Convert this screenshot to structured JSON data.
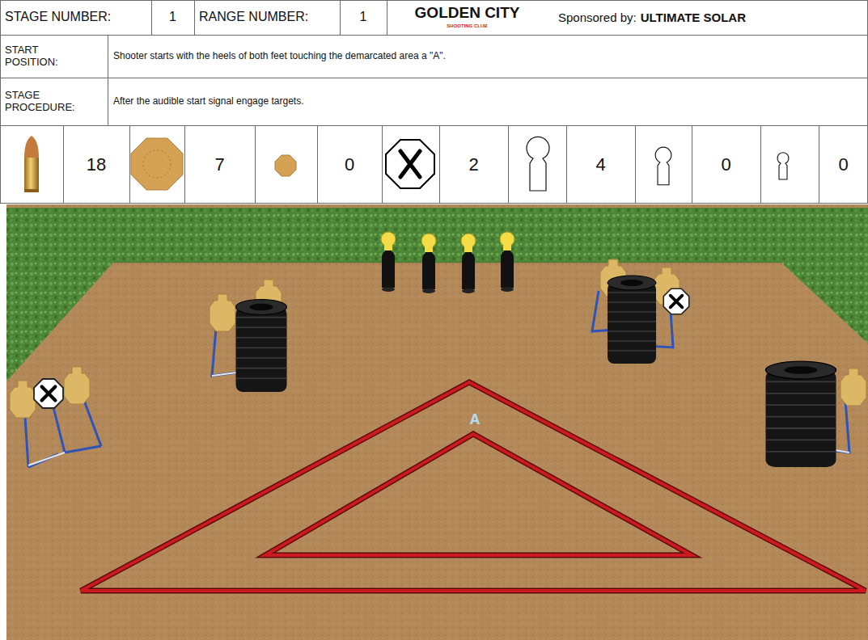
{
  "diagram": {
    "labels": [
      "STAGE NUMBER:",
      "1",
      "RANGE NUMBER:",
      "1",
      "GOLDEN CITY",
      "SHOOTING CLUB",
      "Sponsored by:",
      "ULTIMATE SOLAR",
      "START POSITION:",
      "Shooter starts with the heels of both feet touching the demarcated area a \"A\".",
      "STAGE PROCEDURE:",
      "After the audible start signal engage targets.",
      "18",
      "7",
      "0",
      "2",
      "4",
      "0",
      "0",
      "A"
    ]
  }
}
